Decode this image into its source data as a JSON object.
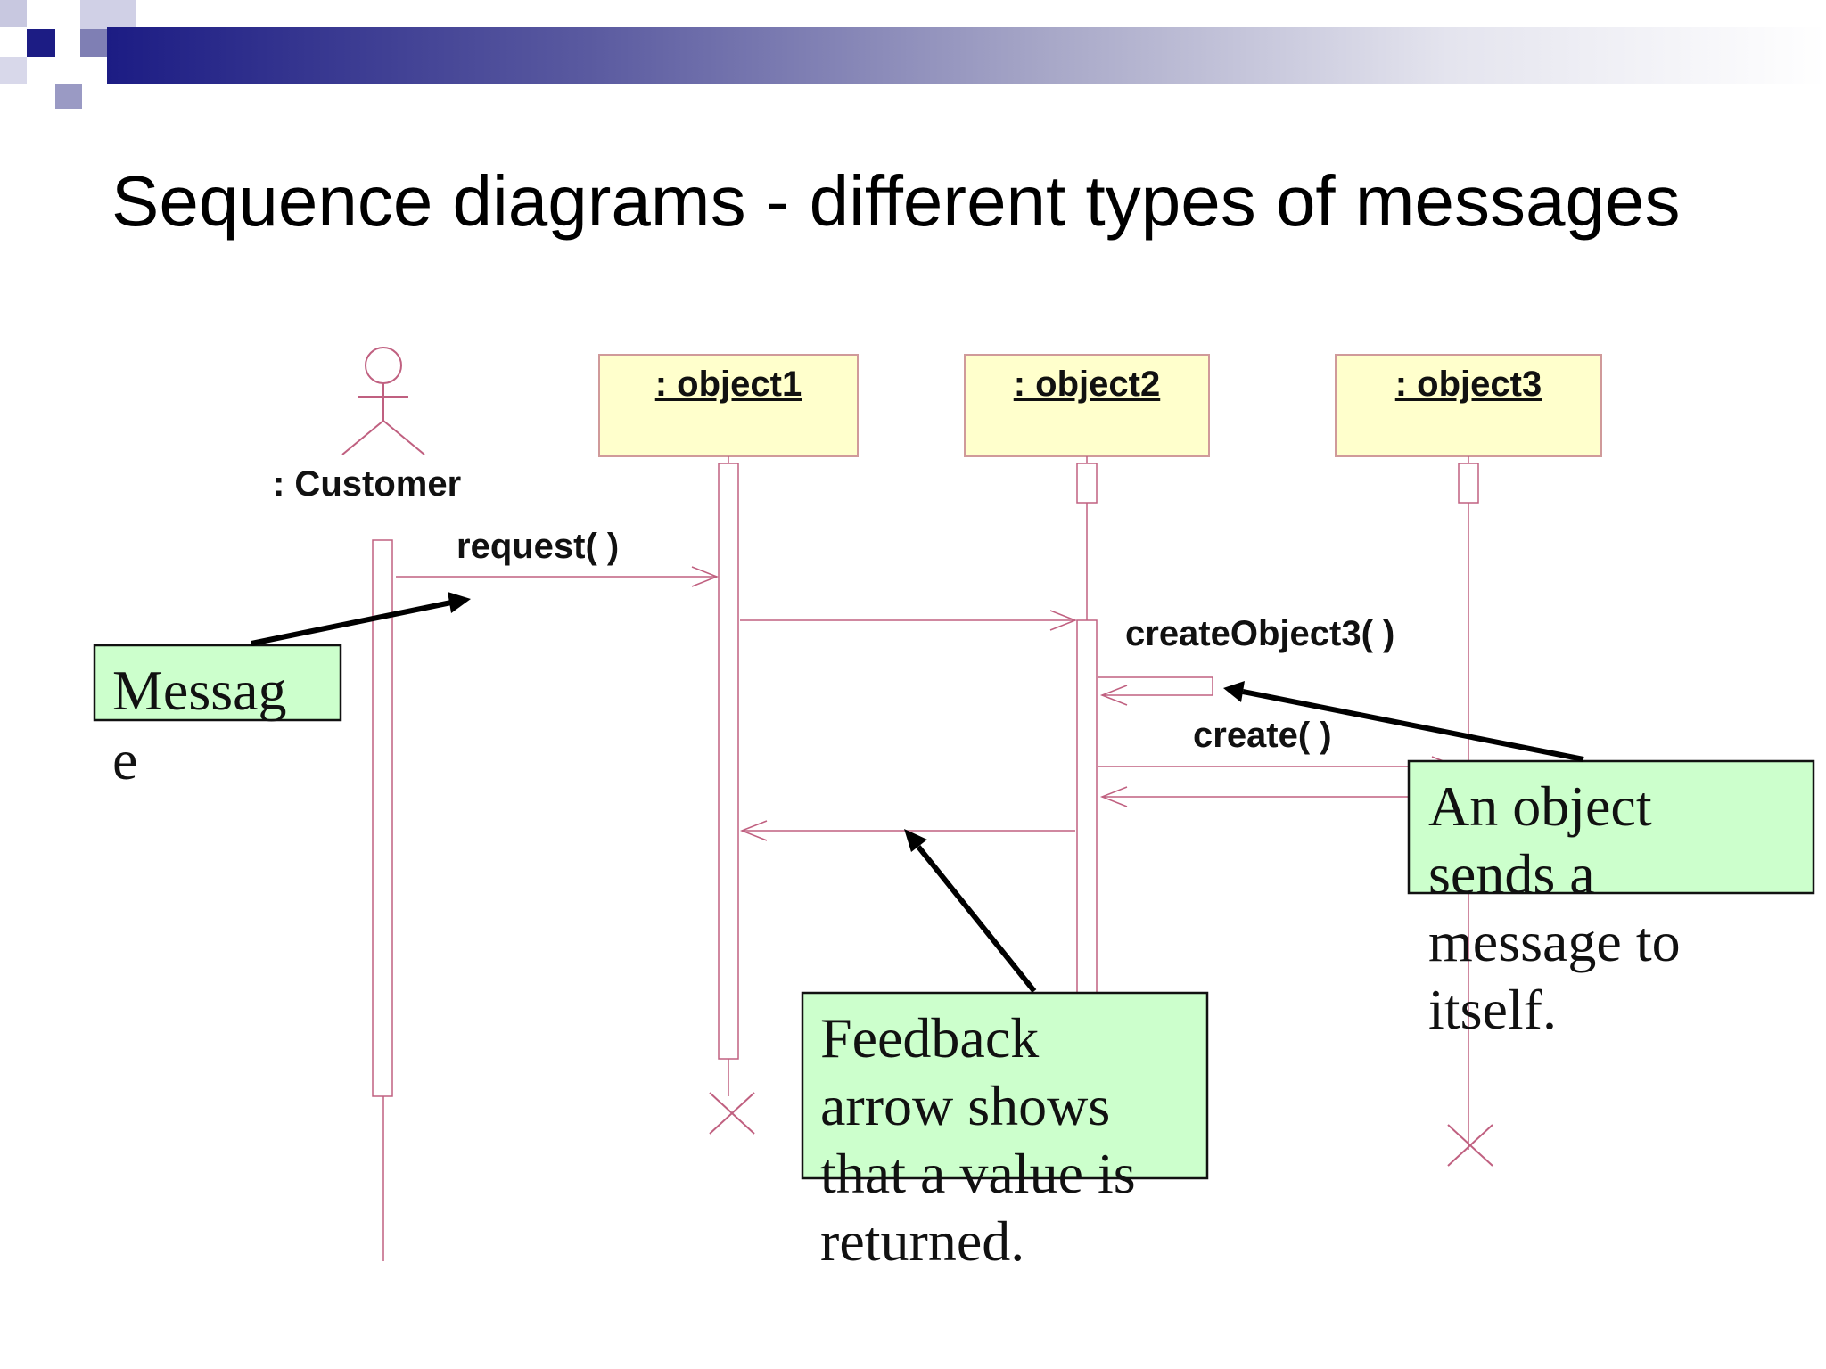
{
  "slide": {
    "title": "Sequence diagrams - different types of messages",
    "colors": {
      "banner_dark": "#1c1c84",
      "note_fill": "#ccffcc",
      "object_fill": "#ffffcc",
      "lifeline": "#c06080"
    }
  },
  "diagram": {
    "actor": {
      "label": ": Customer"
    },
    "objects": [
      {
        "label": " : object1"
      },
      {
        "label": " : object2"
      },
      {
        "label": " : object3"
      }
    ],
    "messages": {
      "request": "request( )",
      "create_object3": "createObject3( )",
      "create": "create( )"
    },
    "notes": {
      "message": [
        "Messag",
        "e"
      ],
      "self_message": [
        "An object",
        "sends a",
        "message to",
        "itself."
      ],
      "feedback": [
        "Feedback",
        "arrow shows",
        "that a value is",
        "returned."
      ]
    }
  }
}
